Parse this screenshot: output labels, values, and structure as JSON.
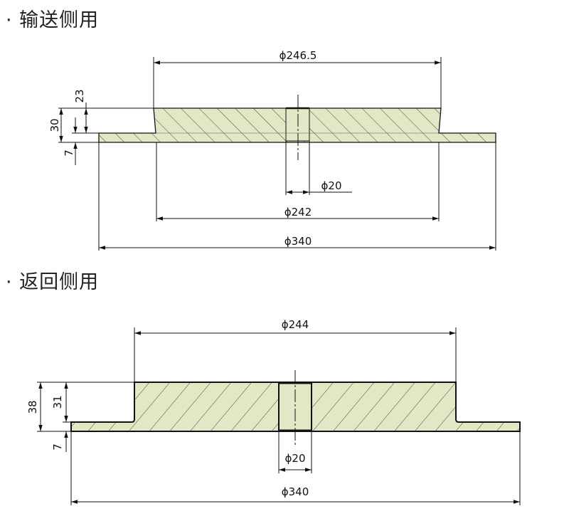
{
  "sections": [
    {
      "title": "· 输送侧用",
      "dims": {
        "hub_dia": "ϕ246.5",
        "hole_dia": "ϕ20",
        "hub_base_dia": "ϕ242",
        "outer_dia": "ϕ340",
        "total_height": "30",
        "hub_height": "23",
        "flange_thickness": "7"
      }
    },
    {
      "title": "· 返回侧用",
      "dims": {
        "hub_dia": "ϕ244",
        "hole_dia": "ϕ20",
        "outer_dia": "ϕ340",
        "total_height": "38",
        "hub_height": "31",
        "flange_thickness": "7"
      }
    }
  ],
  "colors": {
    "fill": "#e2e7c6",
    "line": "#111111"
  }
}
